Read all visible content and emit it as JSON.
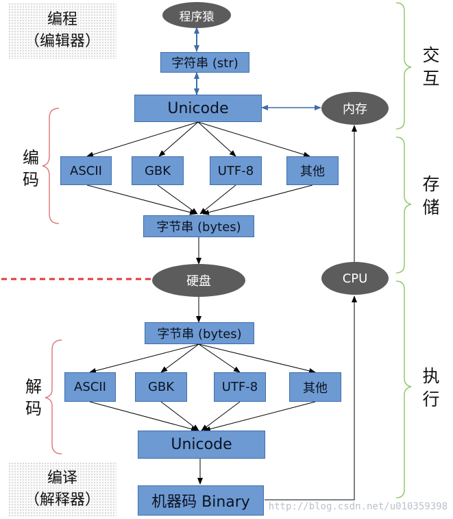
{
  "editor_top": {
    "line1": "编程",
    "line2": "（编辑器）"
  },
  "editor_bottom": {
    "line1": "编译",
    "line2": "（解释器）"
  },
  "nodes": {
    "programmer": "程序猿",
    "string": "字符串 (str)",
    "unicode_top": "Unicode",
    "memory": "内存",
    "encode_options": [
      "ASCII",
      "GBK",
      "UTF-8",
      "其他"
    ],
    "bytes_top": "字节串 (bytes)",
    "disk": "硬盘",
    "cpu": "CPU",
    "bytes_bottom": "字节串 (bytes)",
    "decode_options": [
      "ASCII",
      "GBK",
      "UTF-8",
      "其他"
    ],
    "unicode_bottom": "Unicode",
    "machine_code": "机器码 Binary"
  },
  "labels": {
    "encode": [
      "编",
      "码"
    ],
    "decode": [
      "解",
      "码"
    ],
    "interact": [
      "交",
      "互"
    ],
    "storage": [
      "存",
      "储"
    ],
    "execute": [
      "执",
      "行"
    ]
  },
  "watermark": "http://blog.csdn.net/u010359398",
  "colors": {
    "box_fill": "#6d9ad2",
    "oval_fill": "#5c5c5c",
    "left_brace": "#e07b7b",
    "right_brace": "#8fc96a",
    "double_arrow": "#3d6da8",
    "dashed_line": "#e03b3b"
  }
}
